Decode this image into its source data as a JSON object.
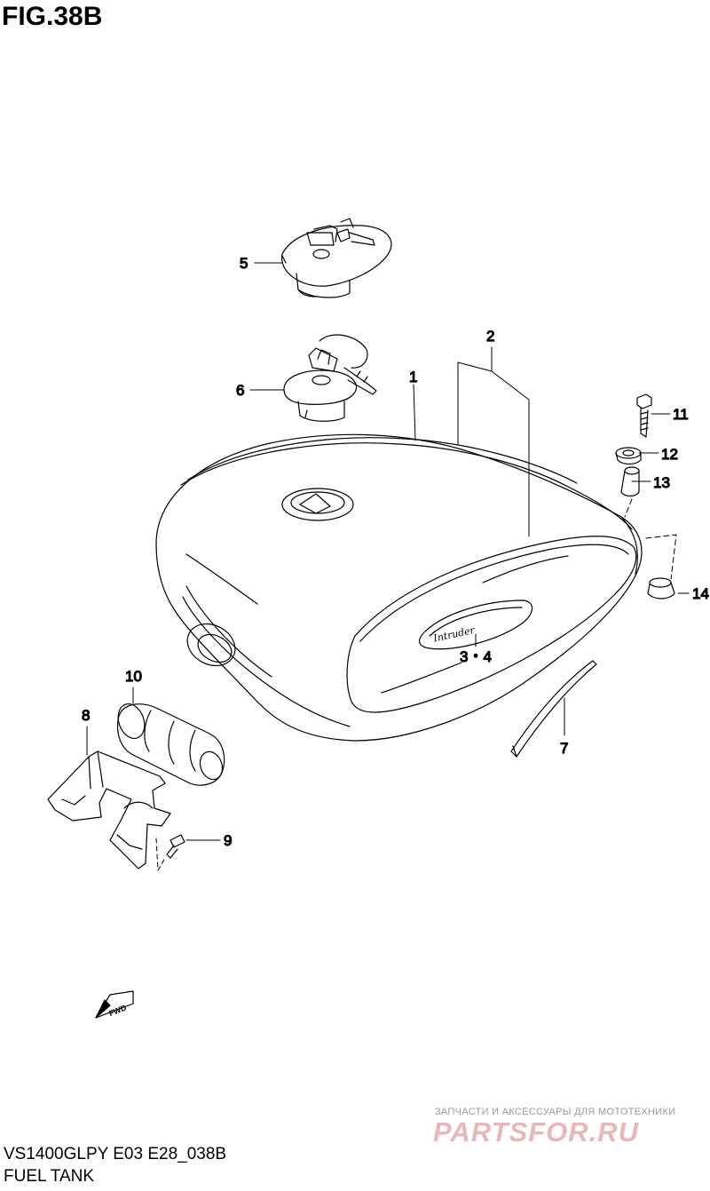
{
  "figure": {
    "title": "FIG.38B",
    "model_code": "VS1400GLPY E03 E28_038B",
    "section_name": "FUEL TANK"
  },
  "callouts": {
    "c1": "1",
    "c2": "2",
    "c34": "3・4",
    "c5": "5",
    "c6": "6",
    "c7": "7",
    "c8": "8",
    "c9": "9",
    "c10": "10",
    "c11": "11",
    "c12": "12",
    "c13": "13",
    "c14": "14"
  },
  "emblem_text": "Intruder",
  "direction_marker": "FWD",
  "watermark": {
    "tagline": "ЗАПЧАСТИ И АКСЕССУАРЫ ДЛЯ МОТОТЕХНИКИ",
    "logo": "PARTSFOR.RU"
  }
}
